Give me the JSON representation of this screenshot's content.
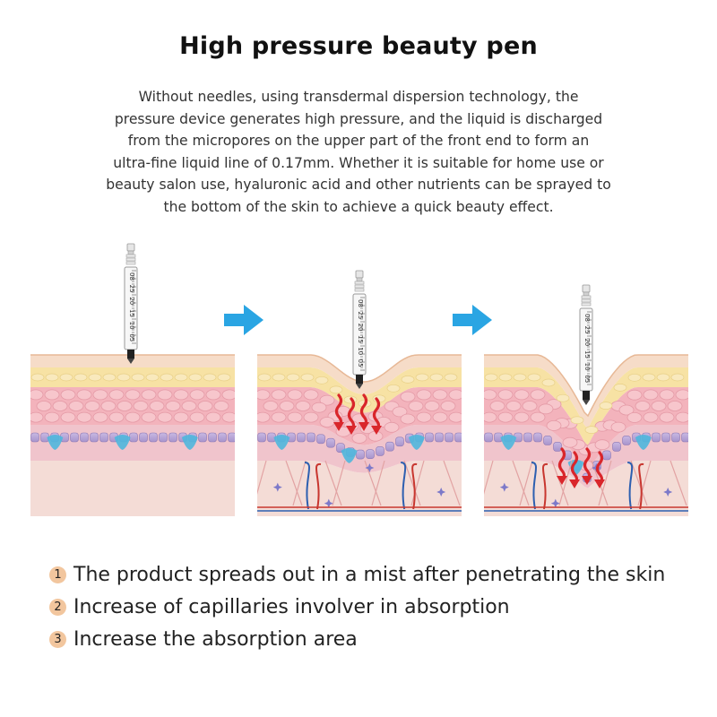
{
  "title": "High pressure beauty pen",
  "description_lines": [
    "Without needles, using transdermal dispersion technology, the",
    "pressure device generates high pressure, and the liquid is discharged",
    "from the micropores on the upper part of the front end to form an",
    "ultra-fine liquid line of 0.17mm. Whether it is suitable for home use or",
    "beauty salon use, hyaluronic acid and other nutrients can be sprayed to",
    "the bottom of the skin to achieve a quick beauty effect."
  ],
  "steps": [
    {
      "number": "1",
      "text": "The product spreads out in a mist after penetrating the skin"
    },
    {
      "number": "2",
      "text": "Increase of capillaries involver in absorption"
    },
    {
      "number": "3",
      "text": "Increase the absorption area"
    }
  ],
  "pen_scale_labels": [
    "08",
    "25",
    "20",
    "15",
    "10",
    "05"
  ],
  "colors": {
    "arrow_blue": "#2aa5e3",
    "spray_red": "#d9262b",
    "skin_top": "#f6dcc8",
    "fat_yellow": "#f7e2a4",
    "cell_pink": "#f3b3bc",
    "basal_purple": "#b9a7d6",
    "dermis": "#f4dcd6",
    "number_badge": "#f2c69e"
  },
  "icons": [
    "right-arrow-icon",
    "syringe-pen-icon",
    "spray-arrow-icon",
    "blood-vessel-icon"
  ]
}
